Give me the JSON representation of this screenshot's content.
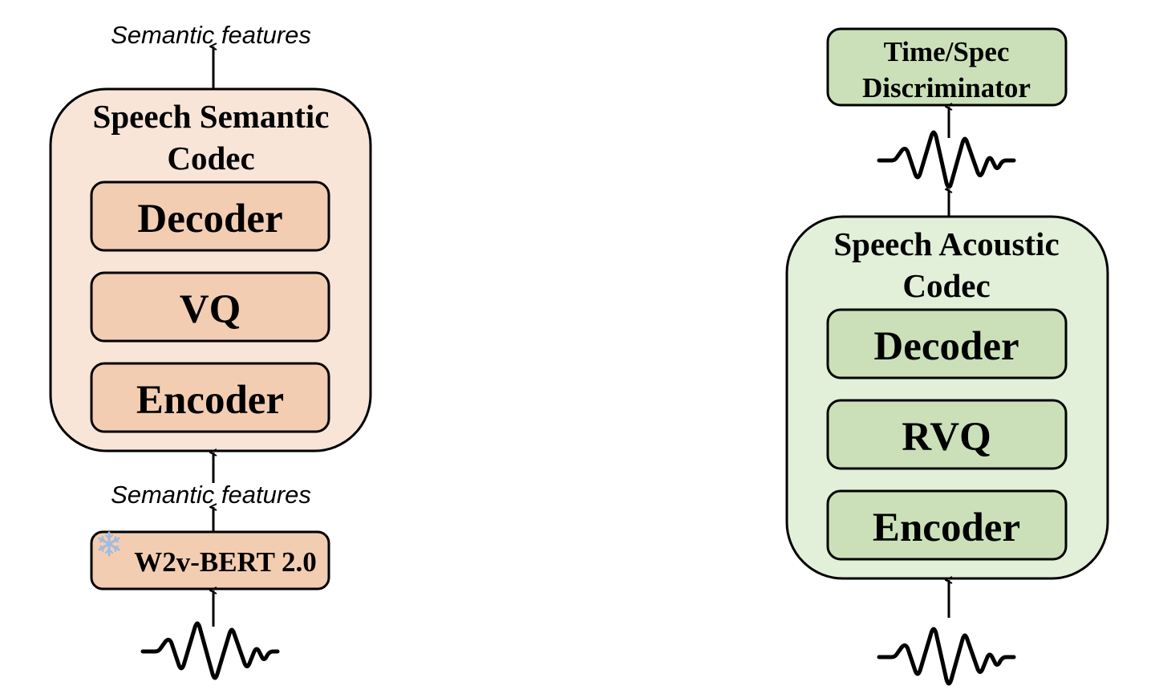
{
  "left_panel": {
    "output_label": "Semantic features",
    "codec": {
      "title_line1": "Speech Semantic",
      "title_line2": "Codec",
      "blocks": [
        "Decoder",
        "VQ",
        "Encoder"
      ]
    },
    "intermediate_label": "Semantic features",
    "feature_extractor": {
      "label": "W2v-BERT 2.0",
      "status_icon": "snowflake-icon (frozen)"
    },
    "input": "waveform-icon"
  },
  "right_panel": {
    "discriminator": {
      "line1": "Time/Spec",
      "line2": "Discriminator"
    },
    "reconstructed_output": "waveform-icon",
    "codec": {
      "title_line1": "Speech Acoustic",
      "title_line2": "Codec",
      "blocks": [
        "Decoder",
        "RVQ",
        "Encoder"
      ]
    },
    "input": "waveform-icon"
  },
  "colors": {
    "semantic_outer": "#f8e5d8",
    "semantic_inner": "#f3cdb2",
    "acoustic_outer": "#e2efd9",
    "acoustic_inner": "#cbe0b8",
    "stroke": "#000000",
    "snowflake": "#9dbbe3"
  }
}
